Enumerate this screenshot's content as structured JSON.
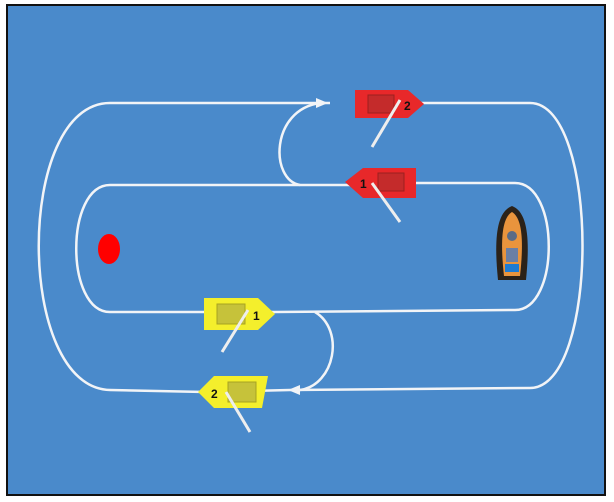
{
  "diagram": {
    "background_color": "#4a8acb",
    "course_line_color": "#f2f4f7",
    "mark_color": "#ff0000",
    "red_team_color": "#e8282a",
    "yellow_team_color": "#f4ef2c",
    "boats": [
      {
        "team": "red",
        "number": "2",
        "heading": "right"
      },
      {
        "team": "red",
        "number": "1",
        "heading": "left"
      },
      {
        "team": "yellow",
        "number": "1",
        "heading": "right"
      },
      {
        "team": "yellow",
        "number": "2",
        "heading": "left"
      }
    ],
    "icons": {
      "mark": "red-buoy-icon",
      "committee": "committee-boat-icon",
      "direction": "arrowhead-icon"
    }
  }
}
